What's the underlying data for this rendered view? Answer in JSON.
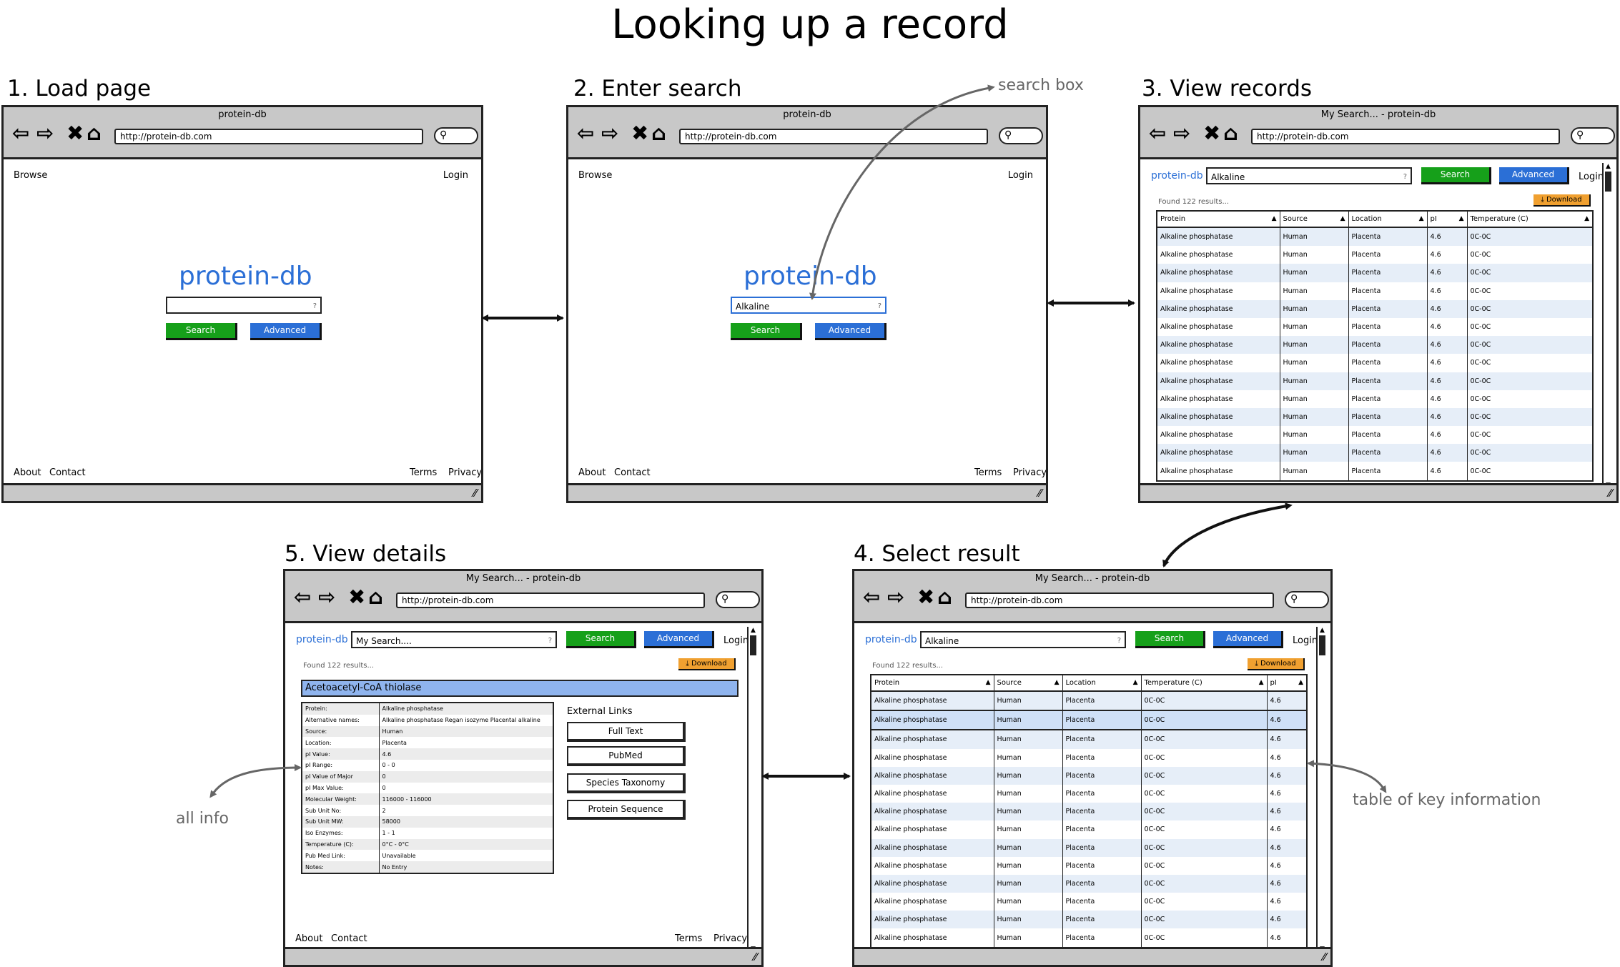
{
  "title": "Looking up a record",
  "steps": {
    "s1": "1. Load page",
    "s2": "2. Enter search",
    "s3": "3. View records",
    "s4": "4. Select result",
    "s5": "5. View details"
  },
  "notes": {
    "search_box": "search box",
    "all_info": "all info",
    "table_key": "table of key information"
  },
  "browser": {
    "url": "http://protein-db.com",
    "title_home": "protein-db",
    "title_search": "My Search... - protein-db"
  },
  "site": {
    "name": "protein-db",
    "browse": "Browse",
    "login": "Login",
    "about": "About",
    "contact": "Contact",
    "terms": "Terms",
    "privacy": "Privacy",
    "search_btn": "Search",
    "advanced_btn": "Advanced",
    "download_btn": "Download",
    "found": "Found 122 results...",
    "query": "Alkaline",
    "query_details": "My Search....",
    "help": "?"
  },
  "table": {
    "headers_v3": [
      "Protein",
      "Source",
      "Location",
      "pI",
      "Temperature (C)"
    ],
    "headers_v4": [
      "Protein",
      "Source",
      "Location",
      "Temperature (C)",
      "pI"
    ],
    "protein": "Alkaline phosphatase",
    "source": "Human",
    "location": "Placenta",
    "pi": "4.6",
    "temp": "0C-0C"
  },
  "details": {
    "heading": "Acetoacetyl-CoA thiolase",
    "rows": [
      [
        "Protein:",
        "Alkaline phosphatase"
      ],
      [
        "Alternative names:",
        "Alkaline phosphatase Regan isozyme Placental alkaline"
      ],
      [
        "Source:",
        "Human"
      ],
      [
        "Location:",
        "Placenta"
      ],
      [
        "pI Value:",
        "4.6"
      ],
      [
        "pI Range:",
        "0 - 0"
      ],
      [
        "pI Value of Major",
        "0"
      ],
      [
        "pI Max Value:",
        "0"
      ],
      [
        "Molecular Weight:",
        "116000 - 116000"
      ],
      [
        "Sub Unit No:",
        "2"
      ],
      [
        "Sub Unit MW:",
        "58000"
      ],
      [
        "Iso Enzymes:",
        "1 - 1"
      ],
      [
        "Temperature (C):",
        "0°C - 0°C"
      ],
      [
        "Pub Med Link:",
        "Unavailable"
      ],
      [
        "Notes:",
        "No Entry"
      ]
    ],
    "external_links_label": "External Links",
    "links": [
      "Full Text",
      "PubMed",
      "Species Taxonomy",
      "Protein Sequence"
    ]
  }
}
